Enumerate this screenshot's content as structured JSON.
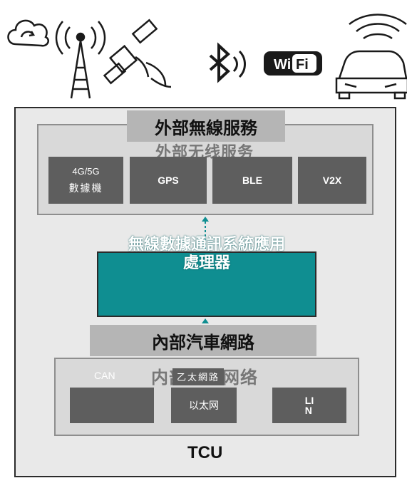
{
  "external_service": {
    "title": "外部無線服務",
    "subtitle_faded": "外部无线服务",
    "modem_tag": "4G/5G",
    "tiles": [
      "數據機",
      "GPS",
      "BLE",
      "V2X"
    ]
  },
  "processor": {
    "label_line1": "無線數據通訊系統應用",
    "label_line2": "處理器"
  },
  "internal_network": {
    "title": "內部汽車網路",
    "subtitle_faded": "内部汽车网络",
    "can_tag": "CAN",
    "ethernet_tag": "乙太網路",
    "tiles": [
      "",
      "以太网",
      "LI\nN"
    ]
  },
  "tcu_label": "TCU",
  "icons": [
    "cloud-sync-icon",
    "cell-tower-icon",
    "satellite-icon",
    "bluetooth-icon",
    "wifi-icon",
    "connected-car-icon"
  ],
  "colors": {
    "processor": "#0f8e91",
    "tile": "#5e5e5e",
    "banner": "#b5b5b5"
  }
}
